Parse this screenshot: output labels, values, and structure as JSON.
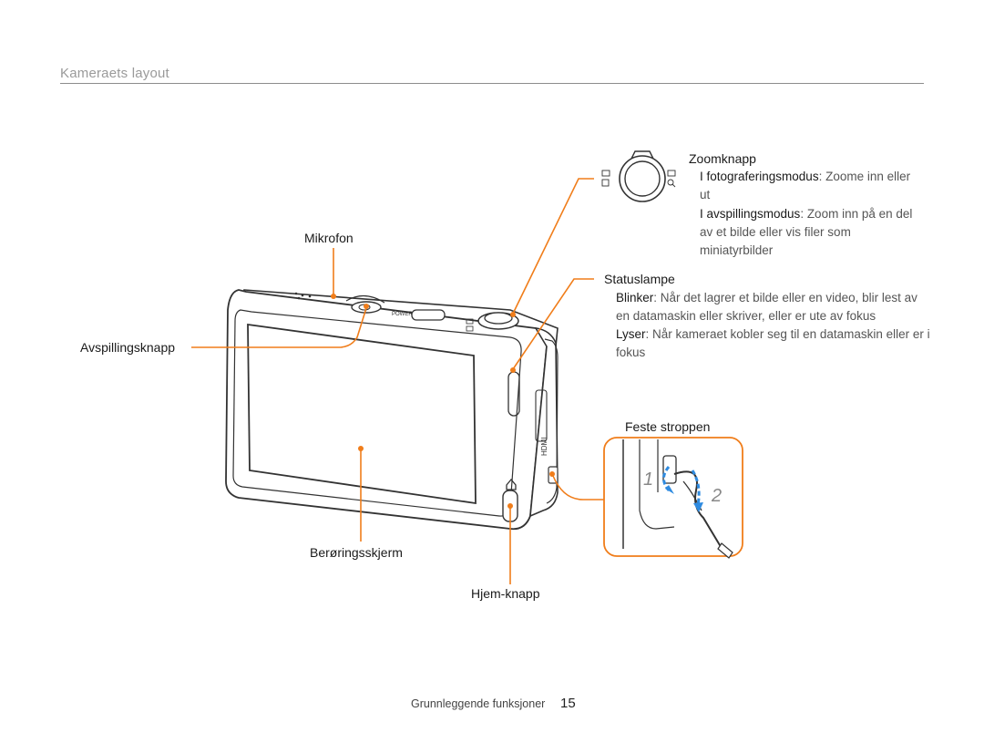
{
  "page": {
    "section_title": "Kameraets layout",
    "footer_text": "Grunnleggende funksjoner",
    "page_number": "15"
  },
  "labels": {
    "microphone": "Mikrofon",
    "playback_button": "Avspillingsknapp",
    "touchscreen": "Berøringsskjerm",
    "home_button": "Hjem-knapp",
    "zoom_button": "Zoomknapp",
    "status_lamp": "Statuslampe",
    "strap": "Feste stroppen"
  },
  "zoom": {
    "shooting_mode_term": "I fotograferingsmodus",
    "shooting_mode_text": ": Zoome inn eller ut",
    "playback_mode_term": "I avspillingsmodus",
    "playback_mode_text": ": Zoom inn på en del av et bilde eller vis filer som miniatyrbilder"
  },
  "status_lamp": {
    "blink_term": "Blinker",
    "blink_text": ": Når det lagrer et bilde eller en video, blir lest av en datamaskin eller skriver, eller er ute av fokus",
    "steady_term": "Lyser",
    "steady_text": ": Når kameraet kobler seg til en datamaskin eller er i fokus"
  },
  "strap_steps": [
    "1",
    "2"
  ],
  "camera_markings": {
    "power": "POWER",
    "hdmi": "HDMI"
  },
  "colors": {
    "accent": "#f07d1a",
    "arrow_blue": "#2f8be0",
    "title_gray": "#9a9a9a"
  }
}
